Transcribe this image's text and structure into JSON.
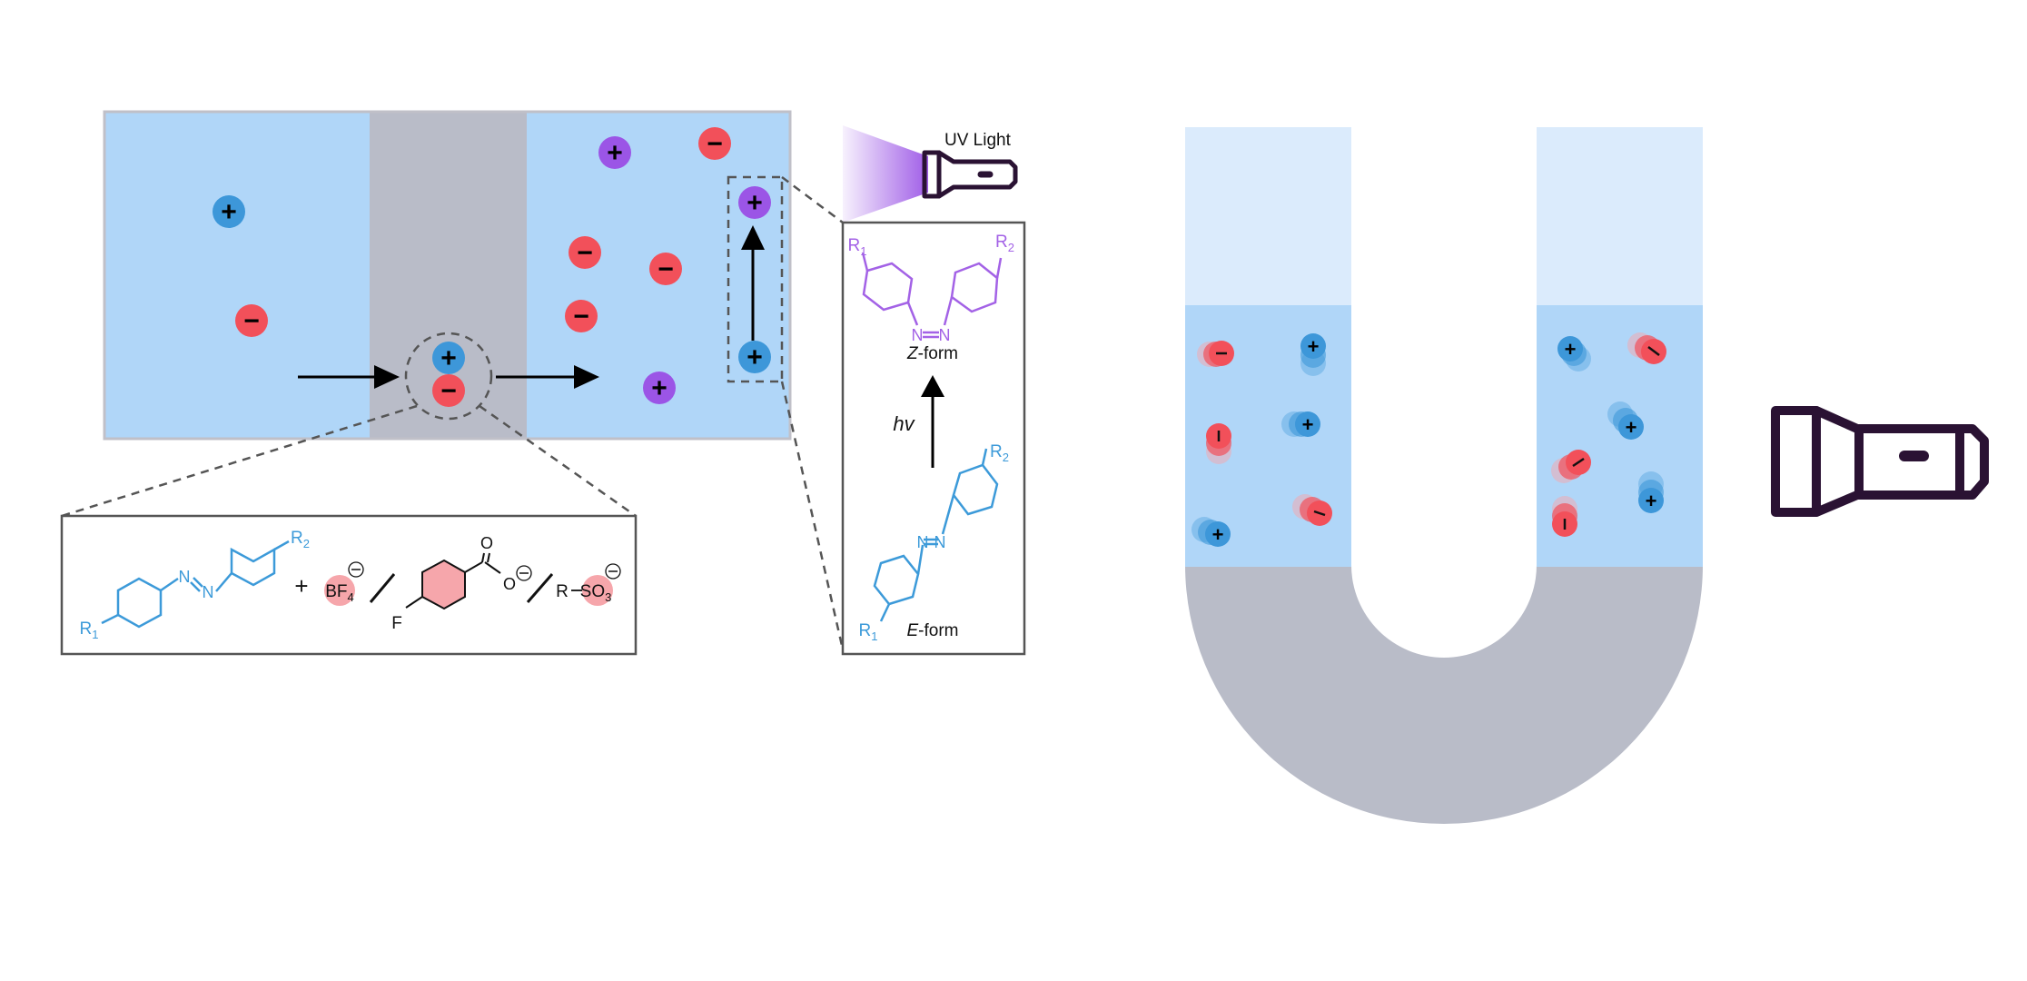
{
  "colors": {
    "liquid": "#b0d6f8",
    "liquid_light": "#dbebfc",
    "membrane": "#b9bcc8",
    "cation_blue": "#3d97d9",
    "cation_purple": "#9b55e6",
    "anion_red": "#f2505a",
    "anion_pink": "#f6a6ab",
    "azo_E": "#3c9ad9",
    "azo_Z": "#a362e6",
    "flashlight": "#2a1233",
    "uv_beam": "#9b55e6",
    "dash": "#555555"
  },
  "icons": [
    "flashlight-icon",
    "uv-beam-icon",
    "arrow-icon"
  ],
  "labels": {
    "uv_light": "UV Light",
    "hv": "hv",
    "z_form_letter": "Z",
    "e_form_letter": "E",
    "form_suffix": "-form",
    "r1": "R",
    "r1_sub": "1",
    "r2": "R",
    "r2_sub": "2",
    "azo_n": "N",
    "plus": "+",
    "slash": "/",
    "bf4": "BF",
    "bf4_sub": "4",
    "fluoro_f": "F",
    "carboxyl_o": "O",
    "carboxylate_o": "O",
    "sulfonate_r": "R",
    "so3": "SO",
    "so3_sub": "3",
    "ion_plus": "+",
    "ion_minus": "−",
    "charge_minus": "−"
  }
}
